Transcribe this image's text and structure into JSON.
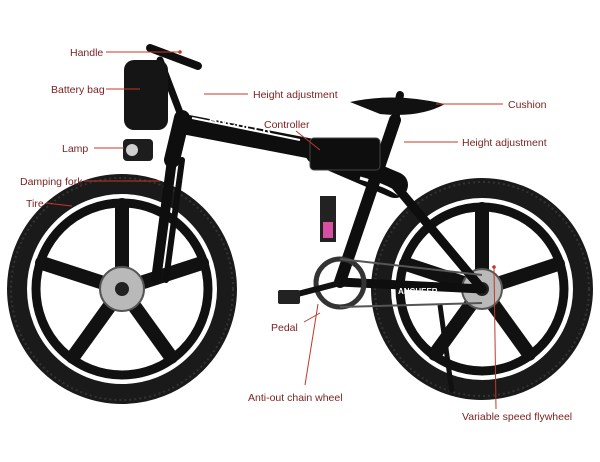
{
  "figure": {
    "brand_top_tube": "ANCHEER",
    "brand_chainstay": "ANCHEER",
    "colors": {
      "label_text": "#7a1f1f",
      "leader_line": "#c0392b",
      "frame": "#0e0e0e",
      "frame_accent": "#ffffff",
      "tire": "#1a1a1a",
      "disc": "#b9b9b9"
    }
  },
  "labels": {
    "handle": "Handle",
    "battery_bag": "Battery bag",
    "height_adjustment_stem": "Height adjustment",
    "controller": "Controller",
    "cushion": "Cushion",
    "lamp": "Lamp",
    "height_adjustment_seat": "Height adjustment",
    "damping_fork": "Damping fork",
    "tire": "Tire",
    "pedal": "Pedal",
    "anti_out_chain_wheel": "Anti-out chain wheel",
    "variable_speed_flywheel": "Variable speed flywheel"
  }
}
